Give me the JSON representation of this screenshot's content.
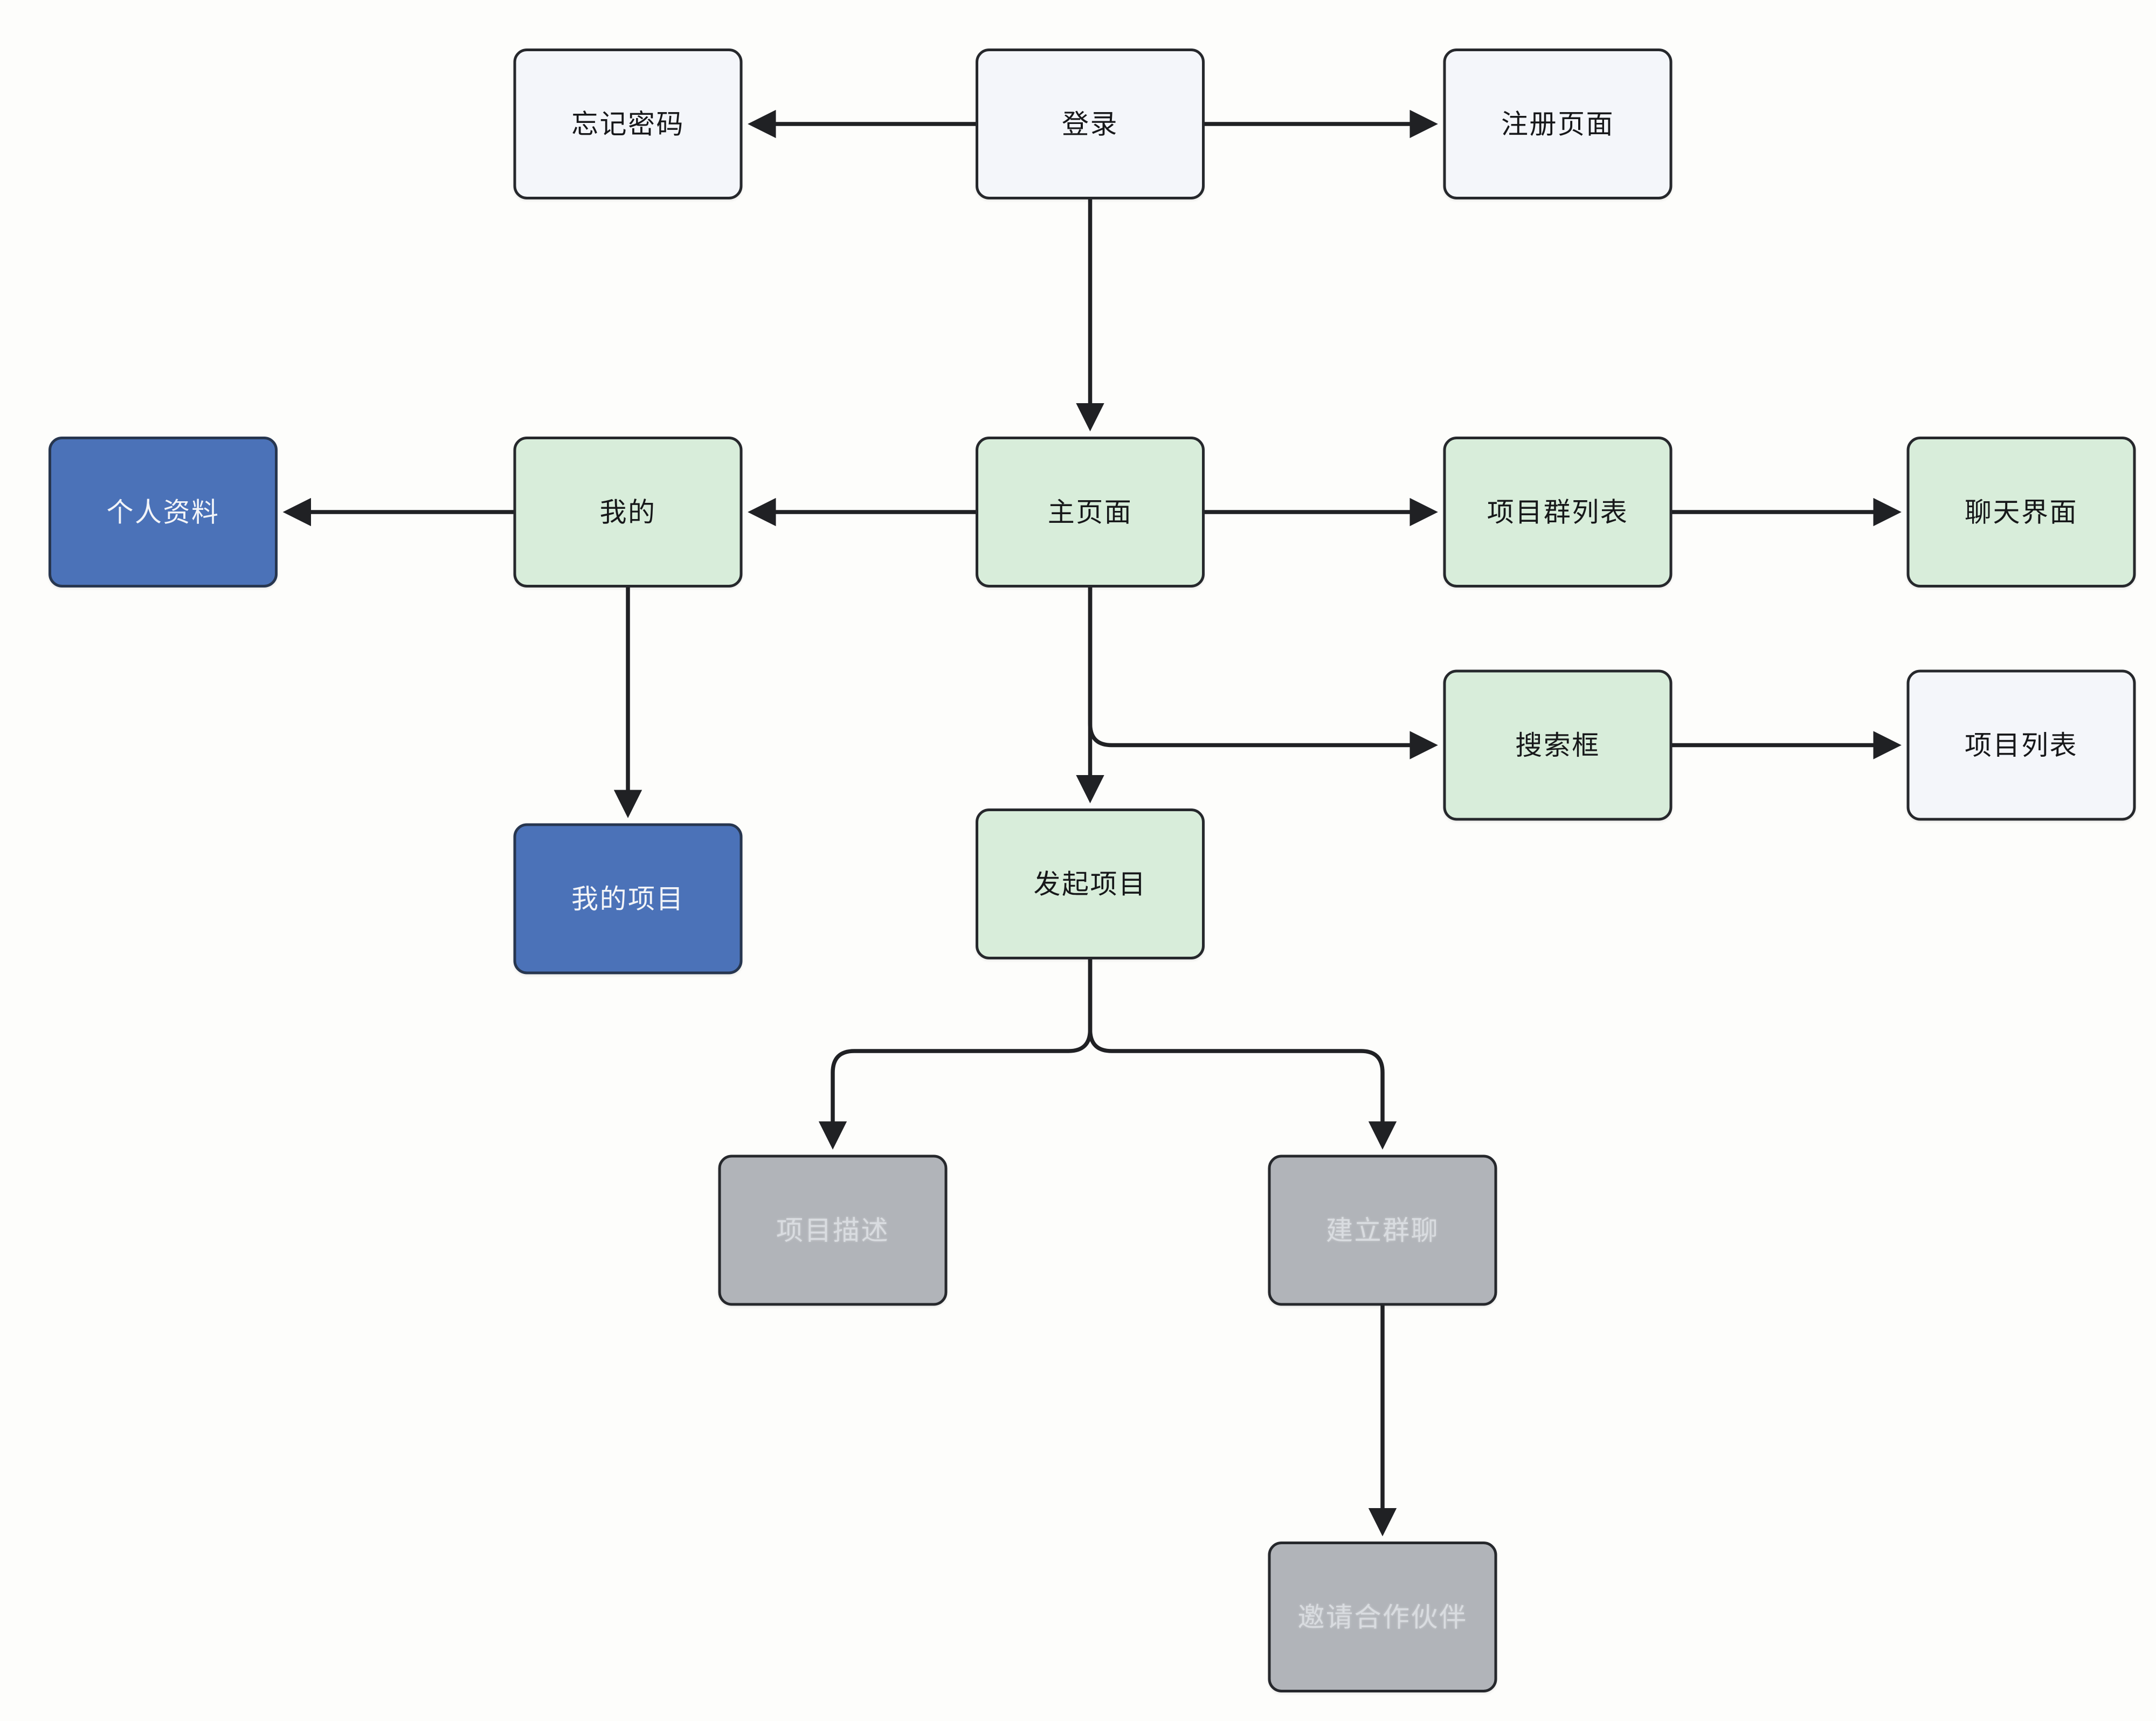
{
  "diagram": {
    "nodes": {
      "forgot_password": {
        "label": "忘记密码"
      },
      "login": {
        "label": "登录"
      },
      "register_page": {
        "label": "注册页面"
      },
      "personal_profile": {
        "label": "个人资料"
      },
      "mine": {
        "label": "我的"
      },
      "main_page": {
        "label": "主页面"
      },
      "project_group_list": {
        "label": "项目群列表"
      },
      "chat_interface": {
        "label": "聊天界面"
      },
      "search_box": {
        "label": "搜索框"
      },
      "project_list": {
        "label": "项目列表"
      },
      "my_projects": {
        "label": "我的项目"
      },
      "create_project": {
        "label": "发起项目"
      },
      "project_description": {
        "label": "项目描述"
      },
      "create_group_chat": {
        "label": "建立群聊"
      },
      "invite_partners": {
        "label": "邀请合作伙伴"
      }
    },
    "colors": {
      "node_white": "#f4f6fa",
      "node_green": "#d8edda",
      "node_blue": "#4b72b8",
      "node_gray": "#b1b4b9",
      "node_border": "#26282c",
      "edge": "#202124",
      "text_dark": "#17181a",
      "text_light": "#f2f4f8",
      "gray_text": "#d9dce0"
    }
  }
}
